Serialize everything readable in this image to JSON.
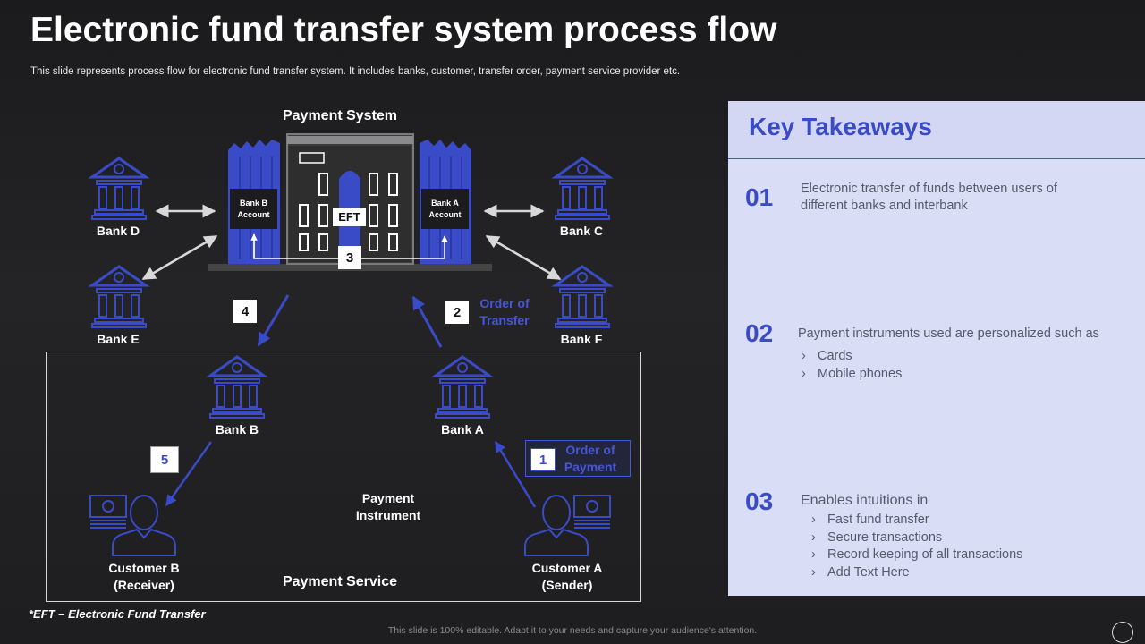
{
  "header": {
    "title": "Electronic fund transfer system process flow",
    "subtitle": "This slide represents process flow for electronic fund transfer system. It includes banks, customer, transfer order, payment service provider etc."
  },
  "diagram": {
    "payment_system_label": "Payment System",
    "bank_b_account": [
      "Bank B",
      "Account"
    ],
    "bank_a_account": [
      "Bank A",
      "Account"
    ],
    "eft_label": "EFT",
    "banks": {
      "bank_d": "Bank D",
      "bank_e": "Bank E",
      "bank_c": "Bank C",
      "bank_f": "Bank F",
      "bank_b": "Bank B",
      "bank_a": "Bank A"
    },
    "steps": {
      "s1": "1",
      "s2": "2",
      "s3": "3",
      "s4": "4",
      "s5": "5"
    },
    "order_of_transfer": [
      "Order of",
      "Transfer"
    ],
    "order_of_payment": [
      "Order of",
      "Payment"
    ],
    "payment_instrument": [
      "Payment",
      "Instrument"
    ],
    "payment_service": "Payment Service",
    "customer_b": [
      "Customer B",
      "(Receiver)"
    ],
    "customer_a": [
      "Customer A",
      "(Sender)"
    ],
    "accent_color": "#3a4bc8"
  },
  "takeaways": {
    "title": "Key Takeaways",
    "items": [
      {
        "num": "01",
        "text": "Electronic transfer of funds between users of different banks and interbank",
        "bullets": []
      },
      {
        "num": "02",
        "text": "Payment instruments used are personalized such as",
        "bullets": [
          "Cards",
          "Mobile phones"
        ]
      },
      {
        "num": "03",
        "text": "Enables intuitions in",
        "bullets": [
          "Fast fund transfer",
          "Secure transactions",
          "Record keeping of all transactions",
          "Add Text Here"
        ]
      }
    ]
  },
  "footnote": "*EFT – Electronic Fund Transfer",
  "footer": "This slide is 100% editable. Adapt it to your needs and capture your audience's attention."
}
